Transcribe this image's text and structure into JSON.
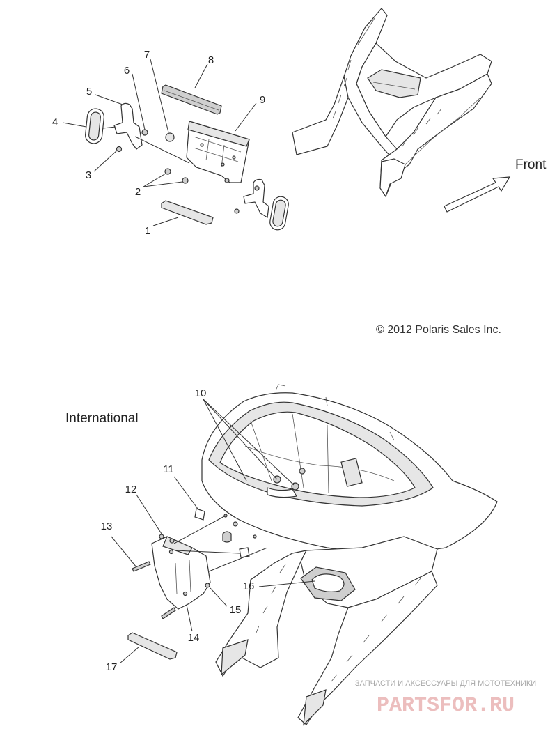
{
  "callouts": {
    "c1": "1",
    "c2": "2",
    "c3": "3",
    "c4": "4",
    "c5": "5",
    "c6": "6",
    "c7": "7",
    "c8": "8",
    "c9": "9",
    "c10": "10",
    "c11": "11",
    "c12": "12",
    "c13": "13",
    "c14": "14",
    "c15": "15",
    "c16": "16",
    "c17": "17"
  },
  "labels": {
    "front": "Front",
    "copyright": "© 2012 Polaris Sales Inc.",
    "international": "International"
  },
  "watermark": {
    "tagline": "ЗАПЧАСТИ И АКСЕССУАРЫ ДЛЯ МОТОТЕХНИКИ",
    "brand": "PARTSFOR.RU"
  }
}
